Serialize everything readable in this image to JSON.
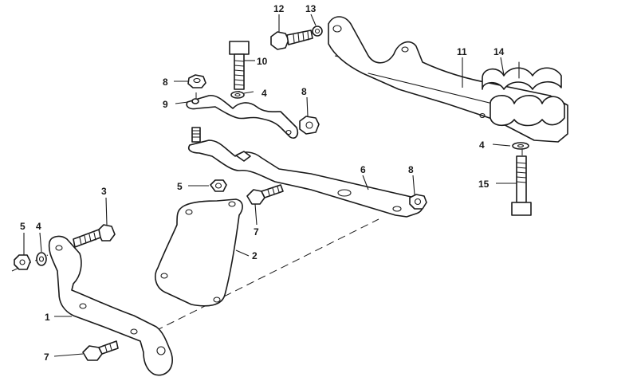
{
  "diagram": {
    "callouts": {
      "c1": "1",
      "c2": "2",
      "c3": "3",
      "c4a": "4",
      "c4b": "4",
      "c4c": "4",
      "c5a": "5",
      "c5b": "5",
      "c6": "6",
      "c7a": "7",
      "c7b": "7",
      "c8a": "8",
      "c8b": "8",
      "c8c": "8",
      "c9": "9",
      "c10": "10",
      "c11": "11",
      "c12": "12",
      "c13": "13",
      "c14": "14",
      "c15": "15"
    }
  }
}
